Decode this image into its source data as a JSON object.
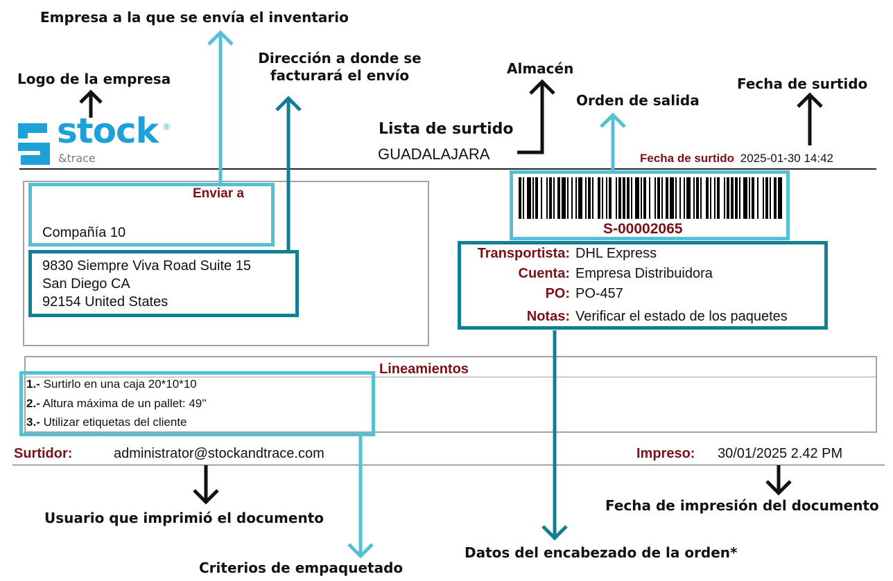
{
  "annotations": {
    "empresa_envio": "Empresa a la que se envía el inventario",
    "logo": "Logo de la empresa",
    "direccion_factura_l1": "Dirección a donde se",
    "direccion_factura_l2": "facturará el envío",
    "almacen": "Almacén",
    "orden_salida": "Orden de salida",
    "fecha_surtido": "Fecha de surtido",
    "usuario": "Usuario que imprimió el documento",
    "fecha_impresion": "Fecha de impresión del documento",
    "datos_encabezado": "Datos del encabezado de la orden*",
    "criterios": "Criterios de empaquetado"
  },
  "logo": {
    "word": "stock",
    "sub": "&trace",
    "mark": "®"
  },
  "doc": {
    "title": "Lista de surtido",
    "warehouse": "GUADALAJARA",
    "date_label": "Fecha de surtido",
    "date_value": "2025-01-30 14:42"
  },
  "ship_to": {
    "heading": "Enviar a",
    "company": "Compañía 10",
    "address_l1": "9830 Siempre Viva Road Suite 15",
    "address_l2": "San Diego CA",
    "address_l3": "92154 United States"
  },
  "order": {
    "number": "S-00002065",
    "fields": [
      {
        "label": "Transportista:",
        "value": "DHL Express"
      },
      {
        "label": "Cuenta:",
        "value": "Empresa Distribuidora"
      },
      {
        "label": "PO:",
        "value": "PO-457"
      },
      {
        "label": "Notas:",
        "value": "Verificar el estado de los paquetes"
      }
    ]
  },
  "guidelines": {
    "heading": "Lineamientos",
    "items": [
      {
        "num": "1.-",
        "text": "Surtirlo en una caja 20*10*10"
      },
      {
        "num": "2.-",
        "text": "Altura máxima de un pallet: 49''"
      },
      {
        "num": "3.-",
        "text": "Utilizar etiquetas del cliente"
      }
    ]
  },
  "footer": {
    "picker_label": "Surtidor:",
    "picker_value": "administrator@stockandtrace.com",
    "printed_label": "Impreso:",
    "printed_value": "30/01/2025 2.42 PM"
  },
  "colors": {
    "maroon": "#7b1016",
    "light_teal": "#55bfd3",
    "dark_teal": "#117f96",
    "logo_blue": "#1fa0d8"
  }
}
